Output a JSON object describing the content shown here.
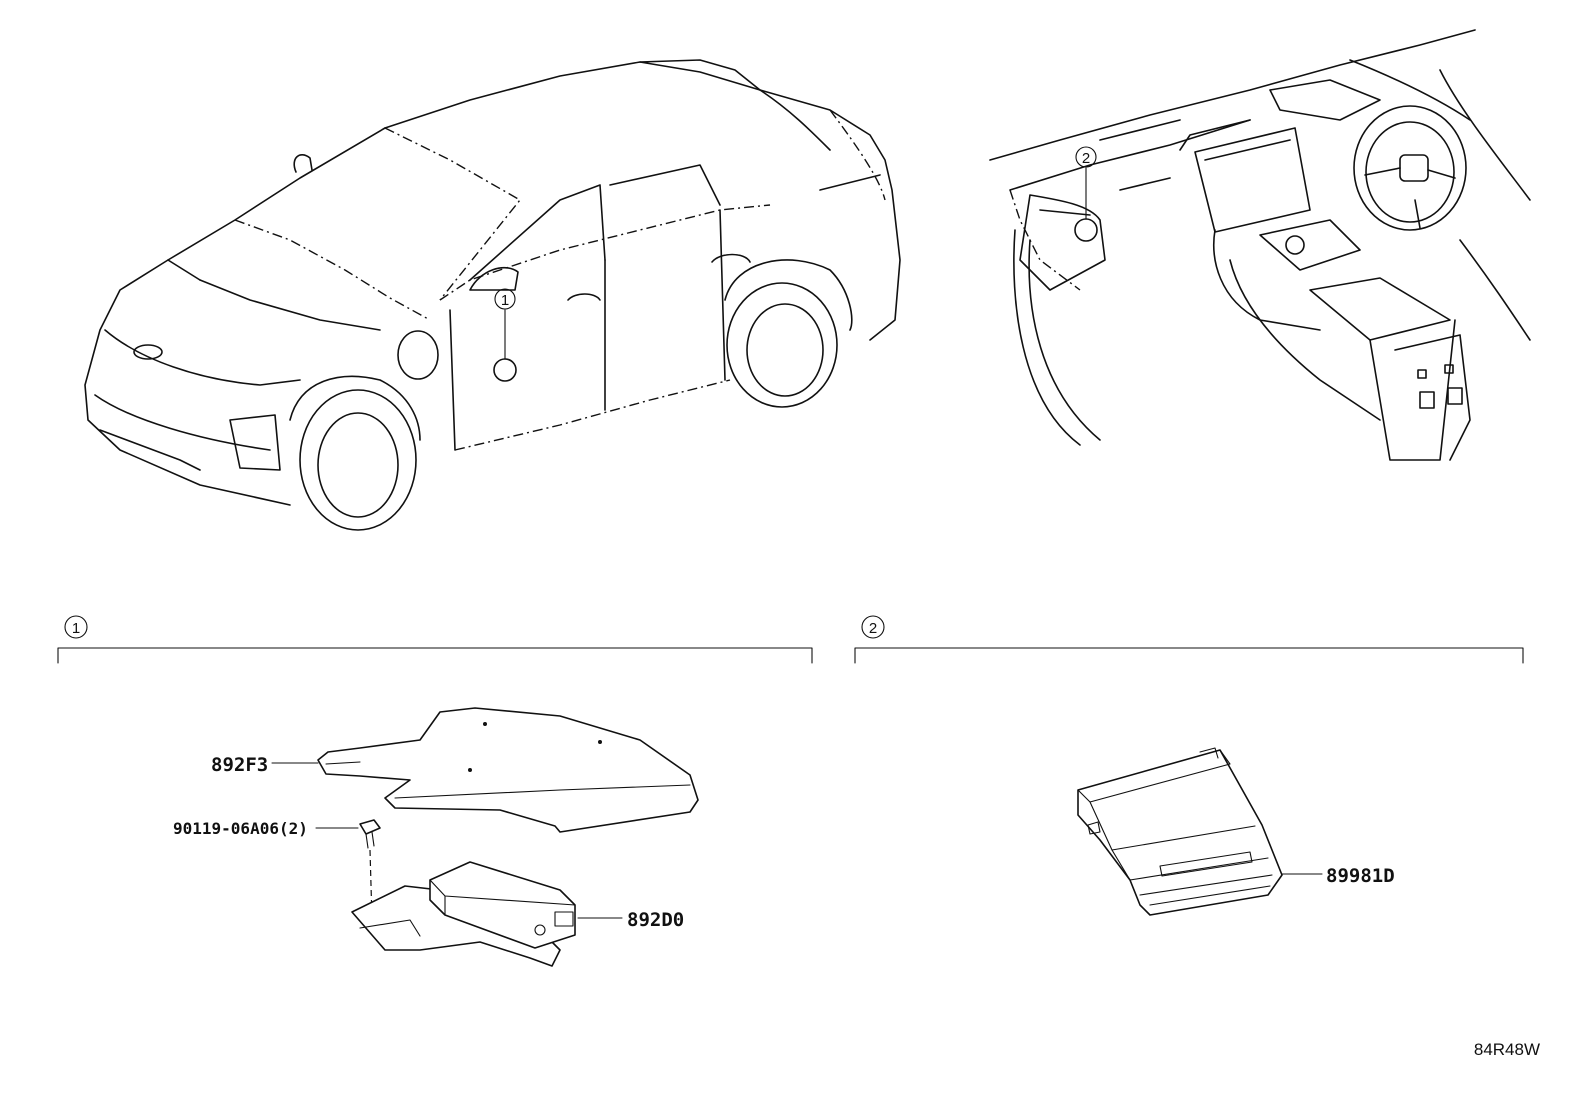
{
  "diagram_code": "84R48W",
  "callouts": {
    "c1": "1",
    "c2": "2"
  },
  "sections": [
    {
      "marker": "1"
    },
    {
      "marker": "2"
    }
  ],
  "parts": {
    "p_892F3": "892F3",
    "p_bolt": "90119-06A06(2)",
    "p_892D0": "892D0",
    "p_89981D": "89981D"
  }
}
